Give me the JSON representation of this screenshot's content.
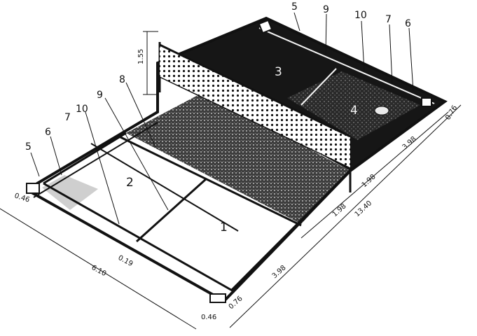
{
  "callouts": {
    "top_5": "5",
    "top_9": "9",
    "top_10": "10",
    "top_7": "7",
    "top_6": "6",
    "left_9": "9",
    "left_8": "8",
    "left_10": "10",
    "left_7": "7",
    "left_6": "6",
    "left_5": "5"
  },
  "zones": {
    "zone_1": "1",
    "zone_2": "2",
    "zone_3": "3",
    "zone_4": "4"
  },
  "dimensions": {
    "net_height": "1.55",
    "back_right": "0.76",
    "right_side_398": "3.98",
    "right_side_198": "1.98",
    "bottom_198": "1.98",
    "total_length": "13.40",
    "bottom_398": "3.98",
    "bottom_076": "0.76",
    "bottom_046": "0.46",
    "left_046": "0.46",
    "width_610": "6.10",
    "short_019": "0.19"
  },
  "colors": {
    "ink": "#111111",
    "paper": "#ffffff",
    "dark_fill": "#1b1b1b",
    "mid_fill": "#3a3a3a"
  }
}
